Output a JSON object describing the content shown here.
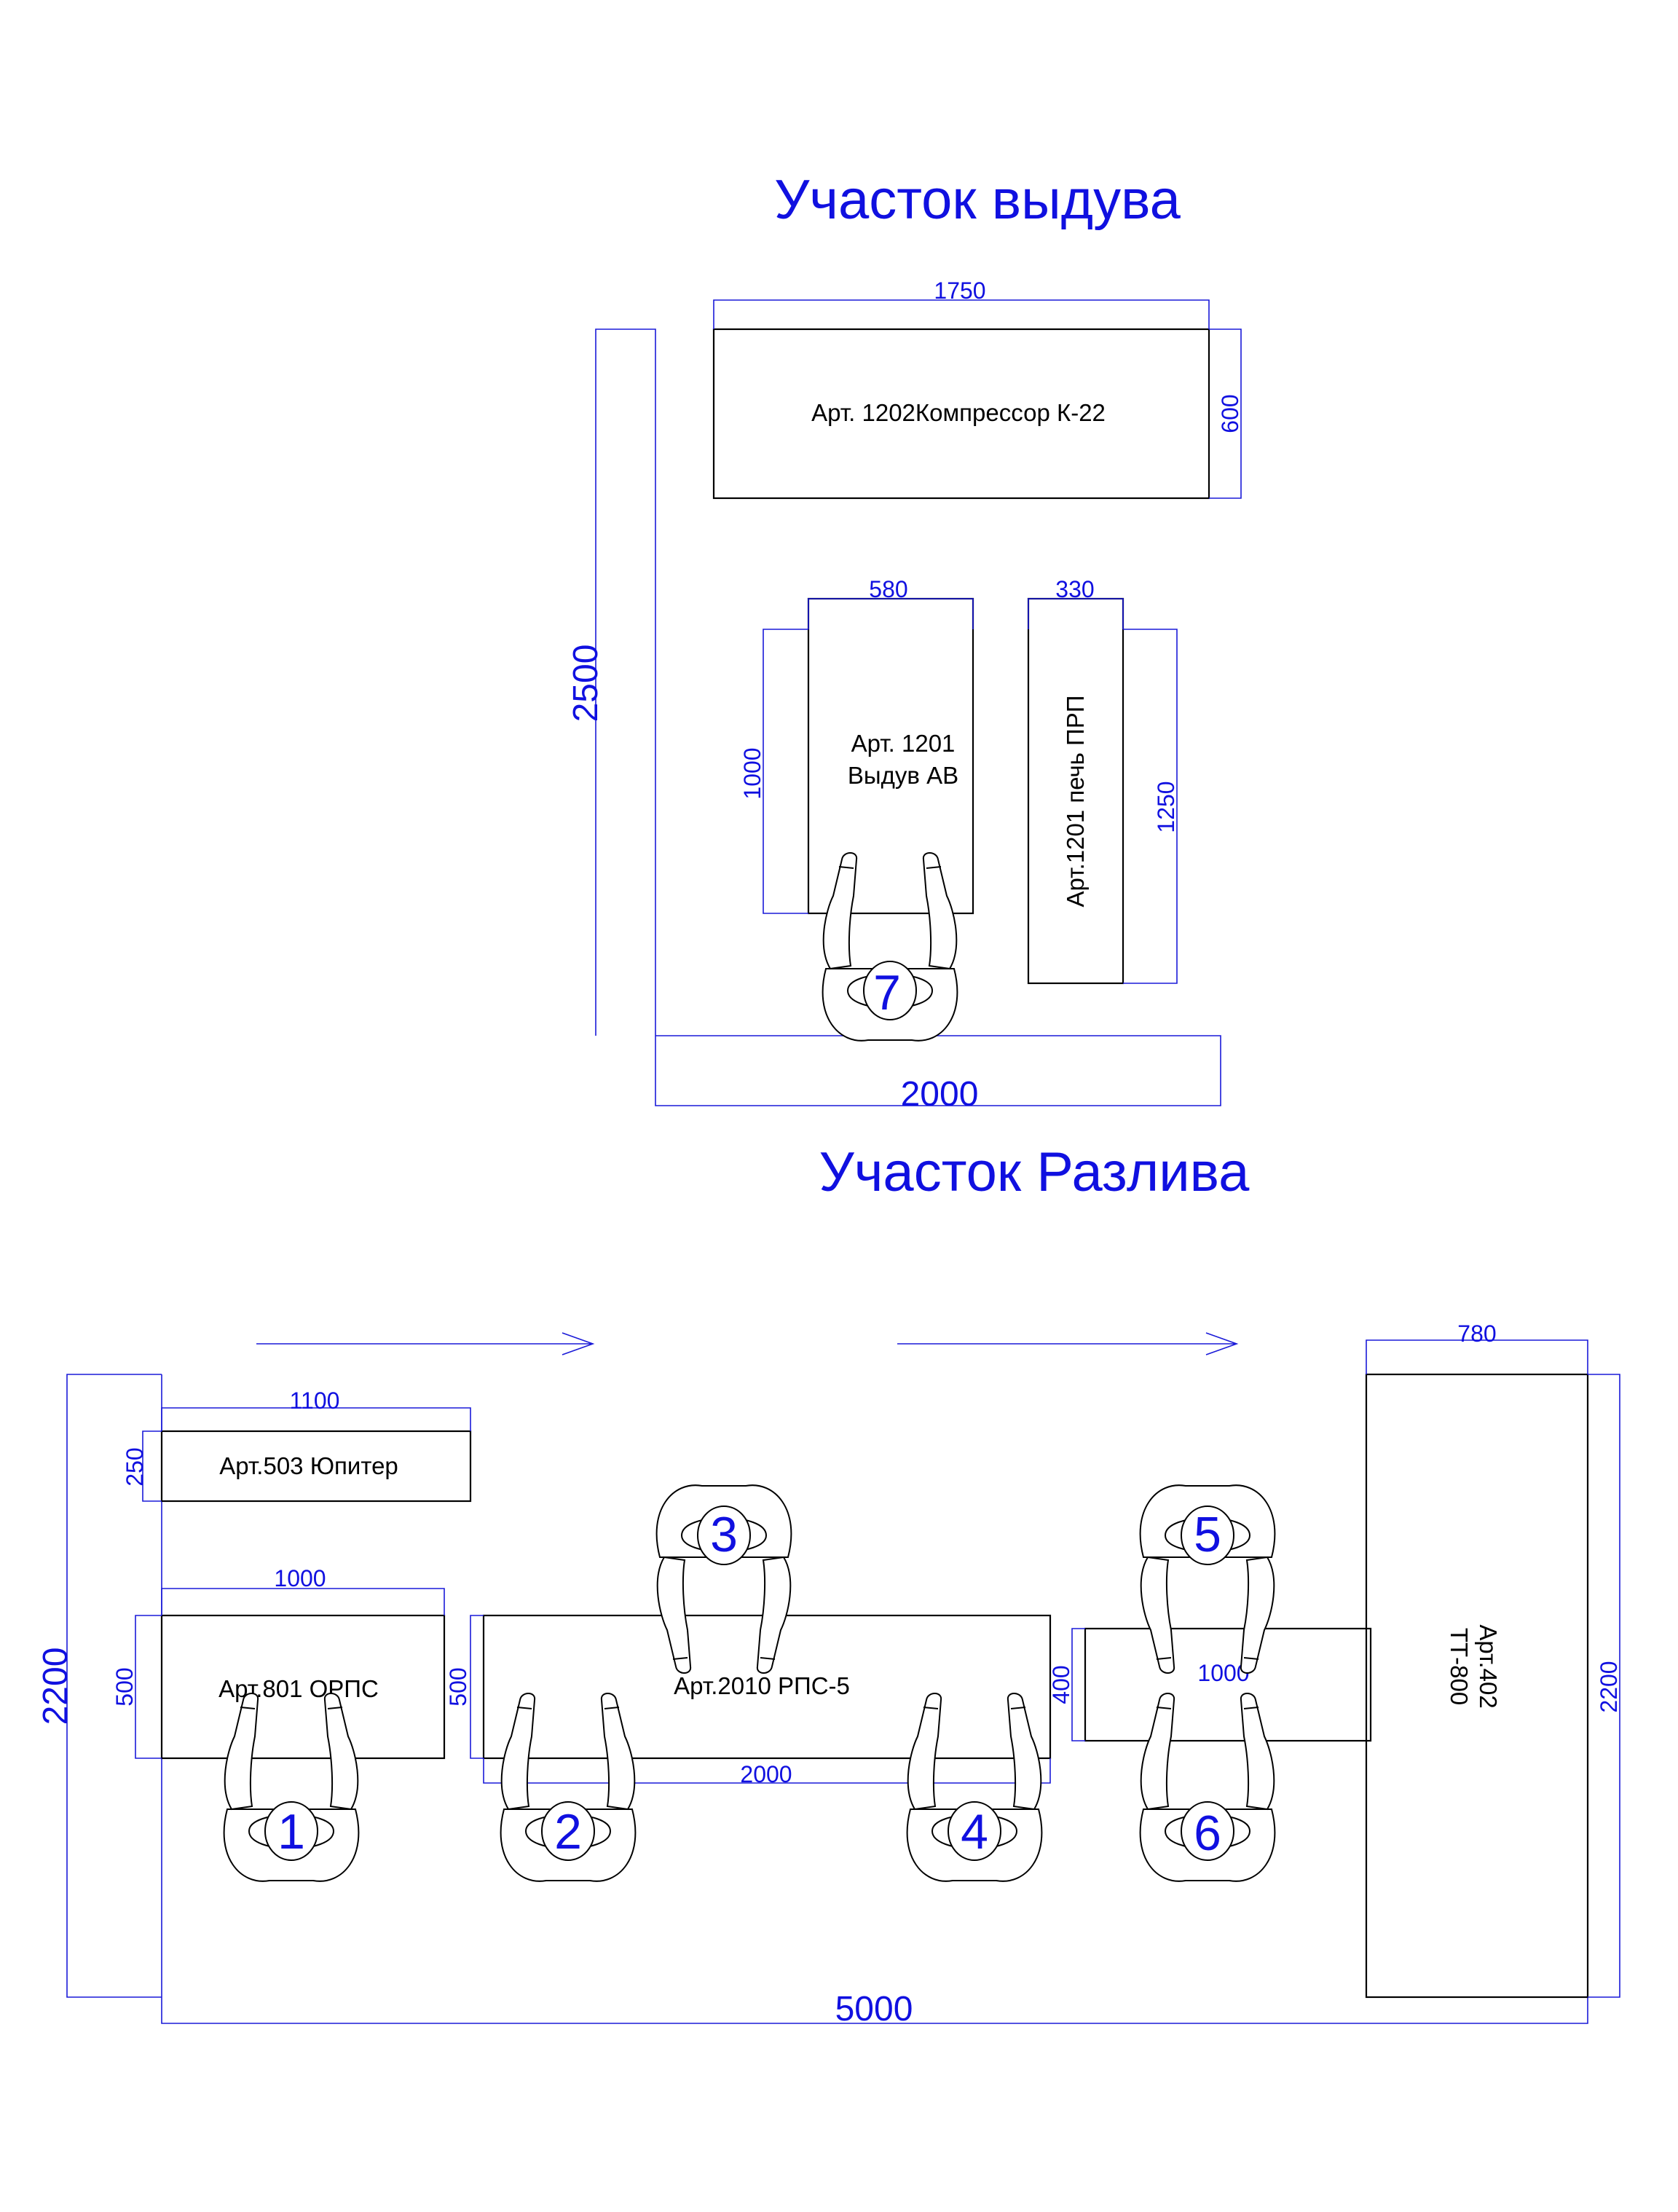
{
  "sections": {
    "blow_title": "Участок выдува",
    "fill_title": "Участок Разлива"
  },
  "blow_area": {
    "width_dim": "2000",
    "height_dim": "2500",
    "compressor": {
      "label": "Арт. 1202Компрессор К-22",
      "length": "1750",
      "depth": "600"
    },
    "blower": {
      "label_line1": "Арт. 1201",
      "label_line2": "Выдув АВ",
      "width": "580",
      "length": "1000"
    },
    "oven": {
      "label": "Арт.1201 печь ПРП",
      "width": "330",
      "length": "1250"
    },
    "worker": "7"
  },
  "fill_area": {
    "width_dim": "5000",
    "height_dim": "2200",
    "jupiter": {
      "label": "Арт.503 Юпитер",
      "length": "1100",
      "depth": "250"
    },
    "orps": {
      "label": "Арт.801 ОРПС",
      "length": "1000",
      "depth": "500"
    },
    "rps": {
      "label": "Арт.2010 РПС-5",
      "length": "2000",
      "depth": "500"
    },
    "conveyor": {
      "length": "1000",
      "depth": "400"
    },
    "tt": {
      "label_line1": "Арт.402",
      "label_line2": "ТТ-800",
      "width": "780",
      "length": "2200"
    },
    "workers": [
      "1",
      "2",
      "3",
      "4",
      "5",
      "6"
    ]
  }
}
